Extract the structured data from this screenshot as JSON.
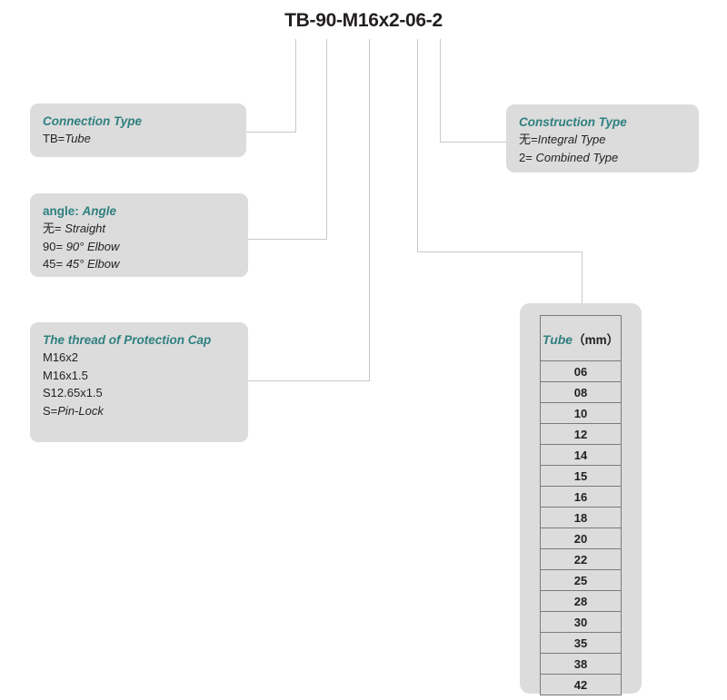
{
  "title": "TB-90-M16x2-06-2",
  "callouts": [
    {
      "id": "connection-type",
      "head": "Connection Type",
      "head_plain": "",
      "rows": [
        {
          "key": "TB=",
          "val": "Tube"
        }
      ]
    },
    {
      "id": "angle",
      "head": "Angle",
      "head_plain": "angle:",
      "rows": [
        {
          "key": "无=",
          "val": "Straight"
        },
        {
          "key": "90=",
          "val": "90° Elbow"
        },
        {
          "key": "45=",
          "val": "45° Elbow"
        }
      ]
    },
    {
      "id": "protection-cap-thread",
      "head": "The thread of Protection Cap",
      "head_plain": "",
      "rows": [
        {
          "key": "M16x2",
          "val": ""
        },
        {
          "key": "M16x1.5",
          "val": ""
        },
        {
          "key": "S12.65x1.5",
          "val": ""
        },
        {
          "key": "S=",
          "val": "Pin-Lock"
        }
      ]
    },
    {
      "id": "construction-type",
      "head": "Construction Type",
      "head_plain": "",
      "rows": [
        {
          "key": "无=",
          "val": "Integral Type"
        },
        {
          "key": "2=",
          "val": "Combined Type"
        }
      ]
    }
  ],
  "tube_table": {
    "header_name": "Tube",
    "header_unit": "（mm）",
    "values": [
      "06",
      "08",
      "10",
      "12",
      "14",
      "15",
      "16",
      "18",
      "20",
      "22",
      "25",
      "28",
      "30",
      "35",
      "38",
      "42"
    ]
  },
  "colors": {
    "accent": "#2f8080",
    "box_fill": "#dcdcdc",
    "line": "#c9c9c9",
    "text": "#231f20",
    "table_border": "#7a7a7a"
  }
}
